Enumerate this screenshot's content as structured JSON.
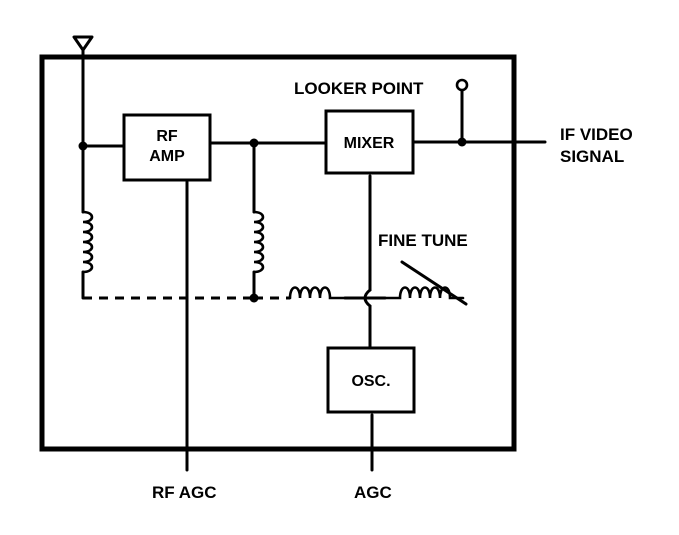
{
  "diagram": {
    "blocks": {
      "rf_amp": [
        "RF",
        "AMP"
      ],
      "mixer": "MIXER",
      "osc": "OSC."
    },
    "labels": {
      "looker_point": "LOOKER POINT",
      "output": [
        "IF VIDEO",
        "SIGNAL"
      ],
      "fine_tune": "FINE TUNE",
      "rf_agc": "RF AGC",
      "agc": "AGC"
    }
  }
}
